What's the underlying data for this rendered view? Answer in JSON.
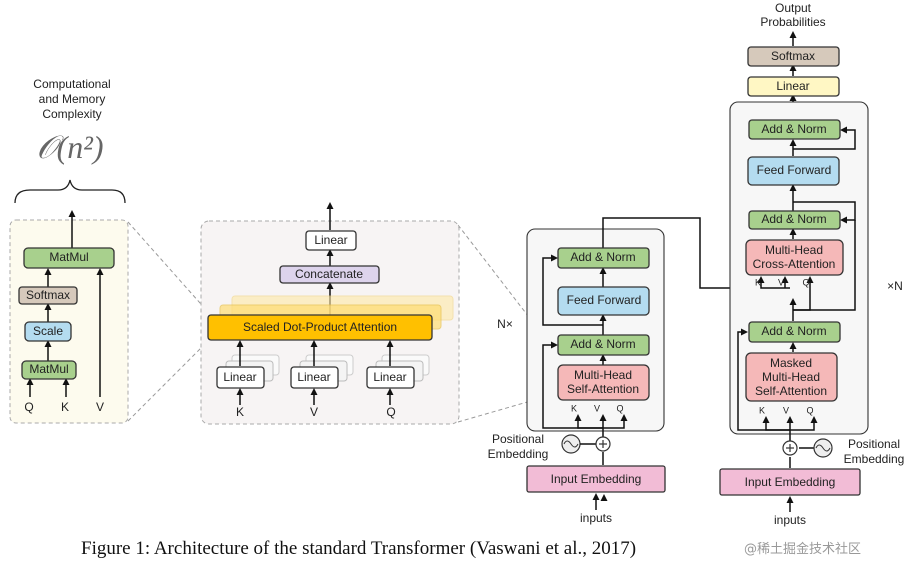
{
  "complexity": {
    "label_lines": [
      "Computational",
      "and Memory",
      "Complexity"
    ],
    "formula": "𝒪(n²)"
  },
  "attention_detail": {
    "matmul_top": "MatMul",
    "softmax": "Softmax",
    "scale": "Scale",
    "matmul_bottom": "MatMul",
    "inputs": [
      "Q",
      "K",
      "V"
    ]
  },
  "multihead": {
    "linear_top": "Linear",
    "concatenate": "Concatenate",
    "sdpa": "Scaled Dot-Product Attention",
    "linears": [
      "Linear",
      "Linear",
      "Linear"
    ],
    "inputs": [
      "K",
      "V",
      "Q"
    ]
  },
  "encoder": {
    "repeat": "N×",
    "add_norm_top": "Add & Norm",
    "feed_forward": "Feed Forward",
    "add_norm_bottom": "Add & Norm",
    "attention_lines": [
      "Multi-Head",
      "Self-Attention"
    ],
    "kvq": [
      "K",
      "V",
      "Q"
    ],
    "positional_lines": [
      "Positional",
      "Embedding"
    ],
    "input_embedding": "Input Embedding",
    "inputs": "inputs"
  },
  "decoder": {
    "output_lines": [
      "Output",
      "Probabilities"
    ],
    "softmax": "Softmax",
    "linear": "Linear",
    "add_norm_3": "Add & Norm",
    "feed_forward": "Feed Forward",
    "add_norm_2": "Add & Norm",
    "cross_attention_lines": [
      "Multi-Head",
      "Cross-Attention"
    ],
    "add_norm_1": "Add & Norm",
    "masked_attention_lines": [
      "Masked",
      "Multi-Head",
      "Self-Attention"
    ],
    "kvq": [
      "K",
      "V",
      "Q"
    ],
    "repeat": "×N",
    "positional_lines": [
      "Positional",
      "Embedding"
    ],
    "input_embedding": "Input Embedding",
    "inputs": "inputs"
  },
  "caption": "Figure 1: Architecture of the standard Transformer (Vaswani et al., 2017)",
  "watermark": "@稀土掘金技术社区",
  "colors": {
    "green": "#a8d08d",
    "tan": "#d6c9bb",
    "blue": "#b4dcf0",
    "pink": "#f5b8b8",
    "yellow": "#ffc000",
    "lavender": "#ddd3ec",
    "embedding": "#f2bcd6",
    "linear_yellow": "#fff7c4",
    "panel": "#fdfbee"
  }
}
